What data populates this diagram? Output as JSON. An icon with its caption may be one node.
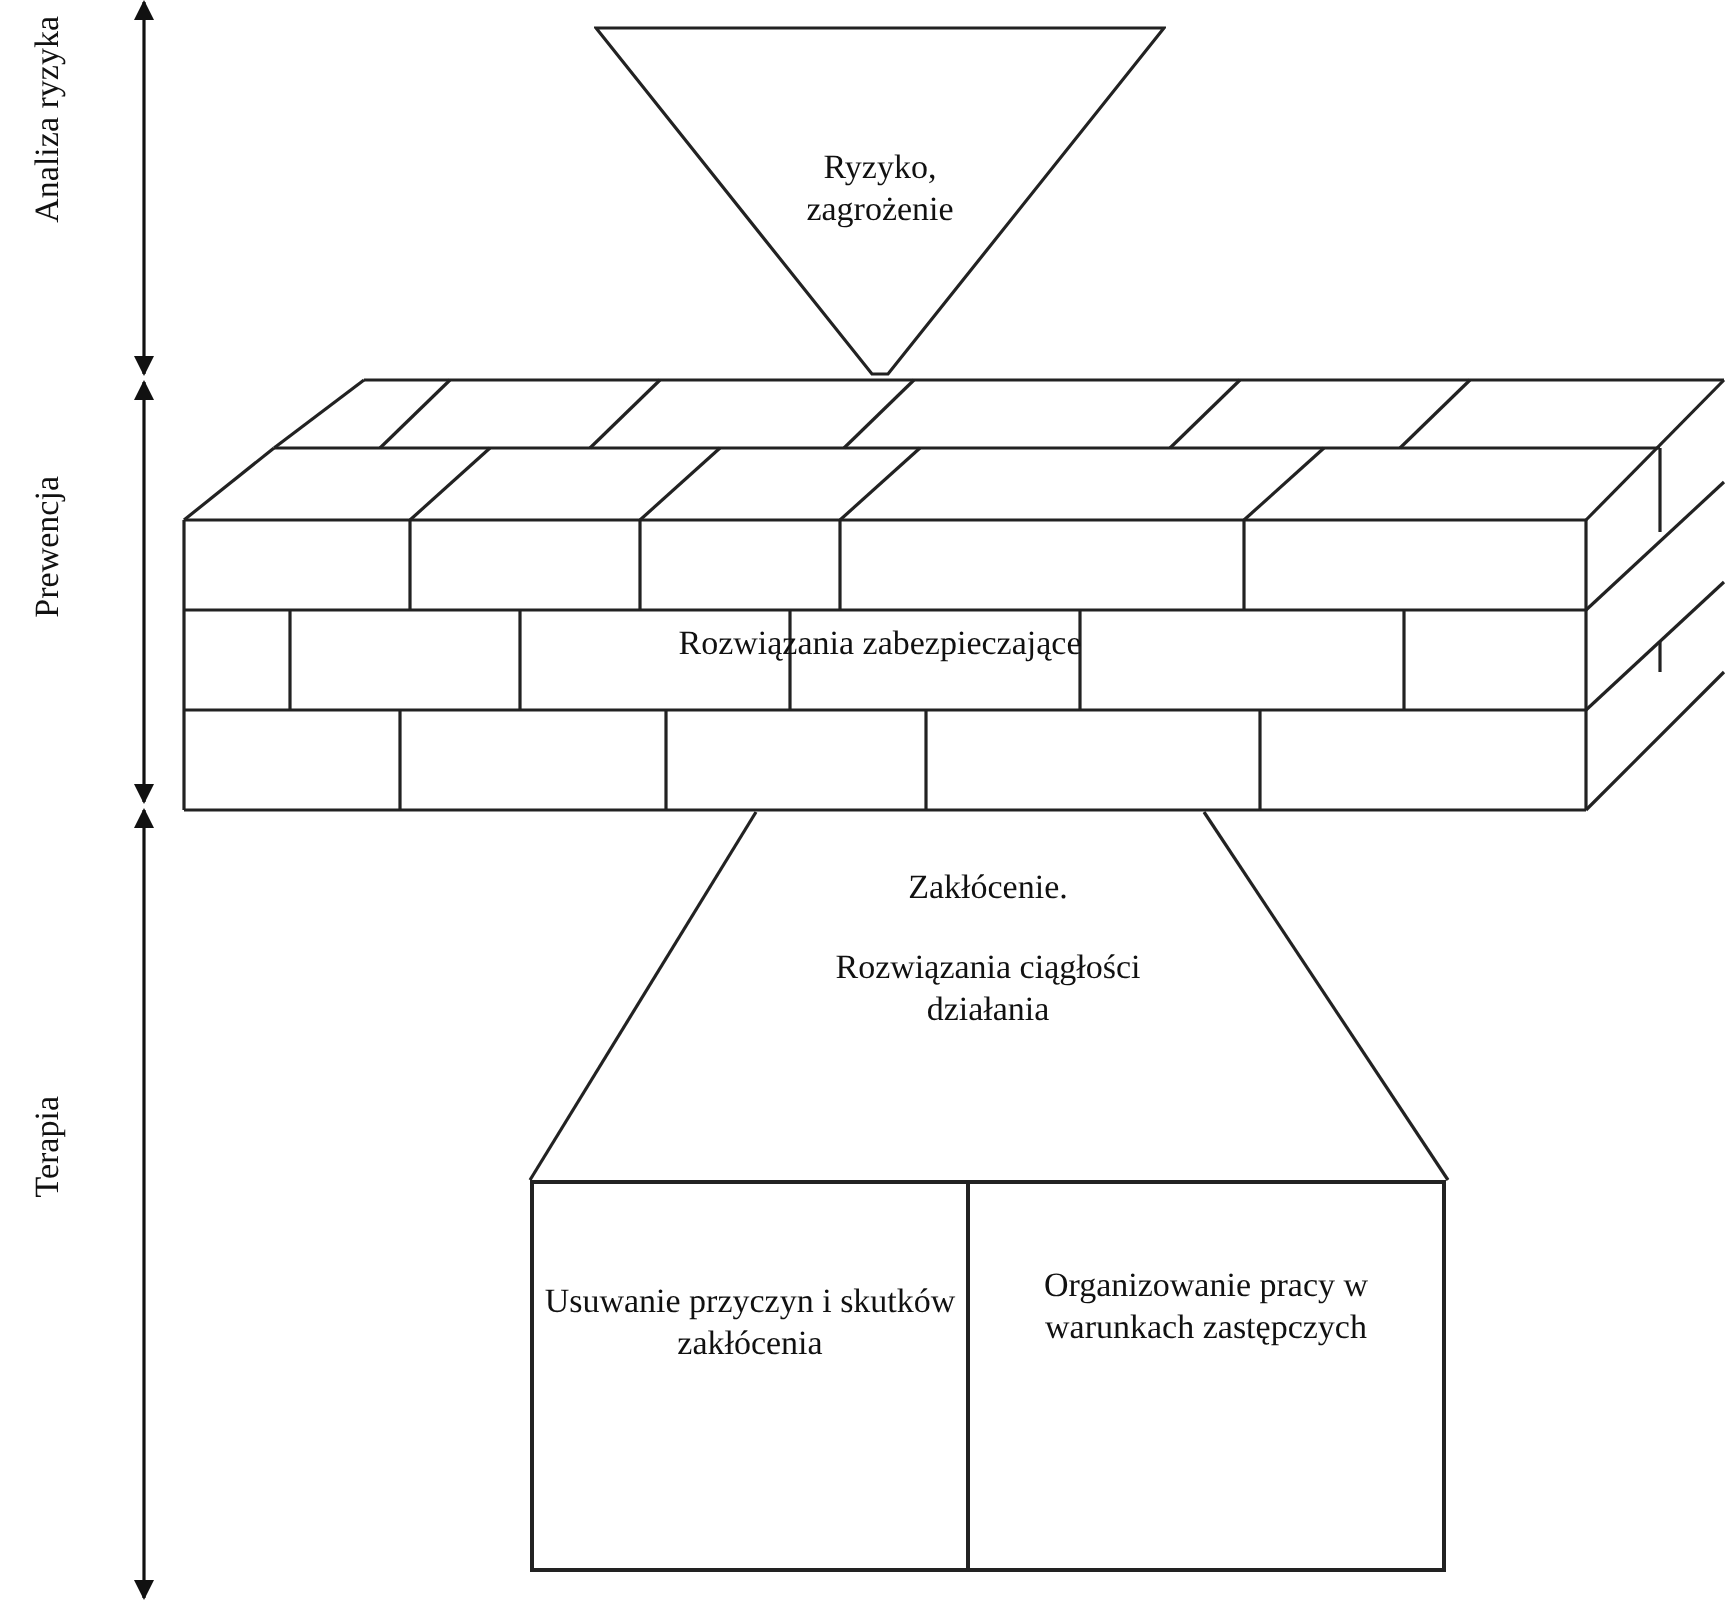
{
  "diagram": {
    "nodes": [
      {
        "text": [
          "Ryzyko, zagrożenie"
        ]
      },
      {
        "text": [
          "Rozwiązania zabezpieczające"
        ]
      },
      {
        "text": [
          "Zakłócenie.",
          "Rozwiązania ciągłości działania"
        ]
      },
      {
        "text": [
          "Usuwanie przyczyn i skutków zakłócenia"
        ]
      },
      {
        "text": [
          "Organizowanie pracy w warunkach zastępczych"
        ]
      }
    ],
    "labels": [
      "Analiza ryzyka",
      "Prewencja",
      "Terapia"
    ]
  }
}
